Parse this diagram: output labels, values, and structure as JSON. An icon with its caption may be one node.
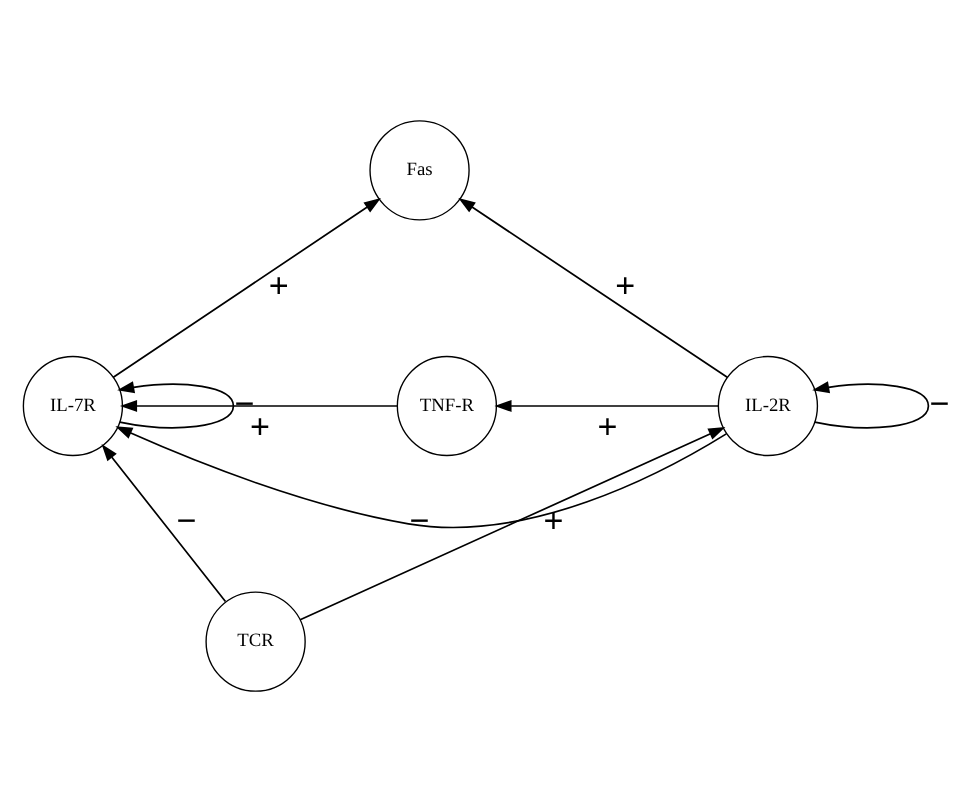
{
  "diagram": {
    "nodes": [
      {
        "text": [
          "Fas"
        ]
      },
      {
        "text": [
          "TNF-R"
        ]
      },
      {
        "text": [
          "IL-7R"
        ]
      },
      {
        "text": [
          "IL-2R"
        ]
      },
      {
        "text": [
          "TCR"
        ]
      }
    ],
    "edges": [
      {
        "from": 2,
        "to": 0,
        "arrow": "to",
        "label": "+"
      },
      {
        "from": 3,
        "to": 0,
        "arrow": "to",
        "label": "+"
      },
      {
        "from": 1,
        "to": 2,
        "arrow": "to",
        "label": "+"
      },
      {
        "from": 3,
        "to": 1,
        "arrow": "to",
        "label": "+"
      },
      {
        "from": 3,
        "to": 2,
        "arrow": "to",
        "label": "−"
      },
      {
        "from": 2,
        "to": 2,
        "arrow": "to",
        "label": "−"
      },
      {
        "from": 3,
        "to": 3,
        "arrow": "to",
        "label": "−"
      },
      {
        "from": 4,
        "to": 2,
        "arrow": "to",
        "label": "−"
      },
      {
        "from": 4,
        "to": 3,
        "arrow": "to",
        "label": "+"
      }
    ]
  }
}
